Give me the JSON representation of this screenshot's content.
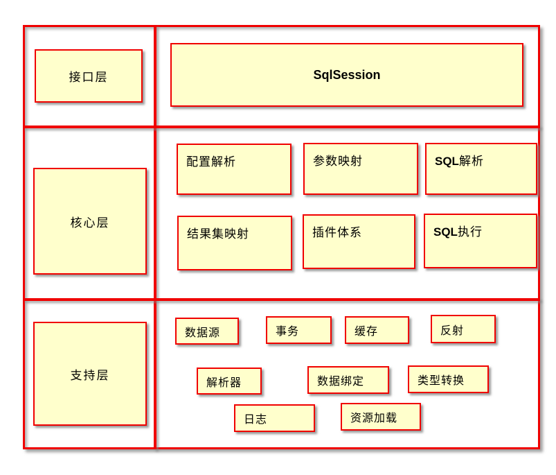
{
  "colors": {
    "background": "#FFFFFF",
    "box_fill": "#FFFFCC",
    "border": "#F00000",
    "shadow": "#828282",
    "text": "#000000"
  },
  "layers": [
    {
      "id": "interface",
      "label": "接口层",
      "boxes": [
        {
          "prefix": "",
          "text": "SqlSession"
        }
      ]
    },
    {
      "id": "core",
      "label": "核心层",
      "boxes": [
        {
          "prefix": "",
          "text": "配置解析"
        },
        {
          "prefix": "",
          "text": "参数映射"
        },
        {
          "prefix": "SQL",
          "text": "解析"
        },
        {
          "prefix": "",
          "text": "结果集映射"
        },
        {
          "prefix": "",
          "text": "插件体系"
        },
        {
          "prefix": "SQL",
          "text": "执行"
        }
      ]
    },
    {
      "id": "support",
      "label": "支持层",
      "boxes": [
        {
          "prefix": "",
          "text": "数据源"
        },
        {
          "prefix": "",
          "text": "事务"
        },
        {
          "prefix": "",
          "text": "缓存"
        },
        {
          "prefix": "",
          "text": "反射"
        },
        {
          "prefix": "",
          "text": "解析器"
        },
        {
          "prefix": "",
          "text": "数据绑定"
        },
        {
          "prefix": "",
          "text": "类型转换"
        },
        {
          "prefix": "",
          "text": "日志"
        },
        {
          "prefix": "",
          "text": "资源加载"
        }
      ]
    }
  ]
}
